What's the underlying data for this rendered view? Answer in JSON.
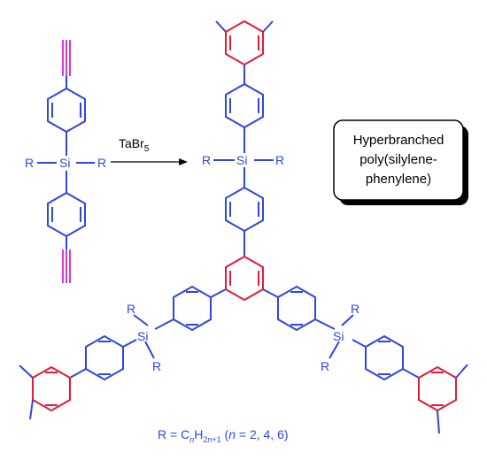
{
  "colors": {
    "blue": "#2f46e0",
    "red": "#e21b3a",
    "magenta": "#d63ad6",
    "black": "#000000",
    "box_shadow": "#000000"
  },
  "monomer": {
    "si_label": "Si",
    "r_left": "R",
    "r_right": "R"
  },
  "reaction": {
    "reagent_base": "TaBr",
    "reagent_sub": "5"
  },
  "polymer": {
    "si_label": "Si",
    "r_label": "R"
  },
  "callout": {
    "line1": "Hyperbranched",
    "line2": "poly(silylene-",
    "line3": "phenylene)"
  },
  "footnote": {
    "r": "R",
    "eq": " = C",
    "n_sub": "n",
    "h": "H",
    "sub2": "2",
    "n_sub2": "n",
    "plus1": "+1",
    "paren_open": " (",
    "n_italic": "n",
    "values": " = 2, 4, 6)"
  }
}
